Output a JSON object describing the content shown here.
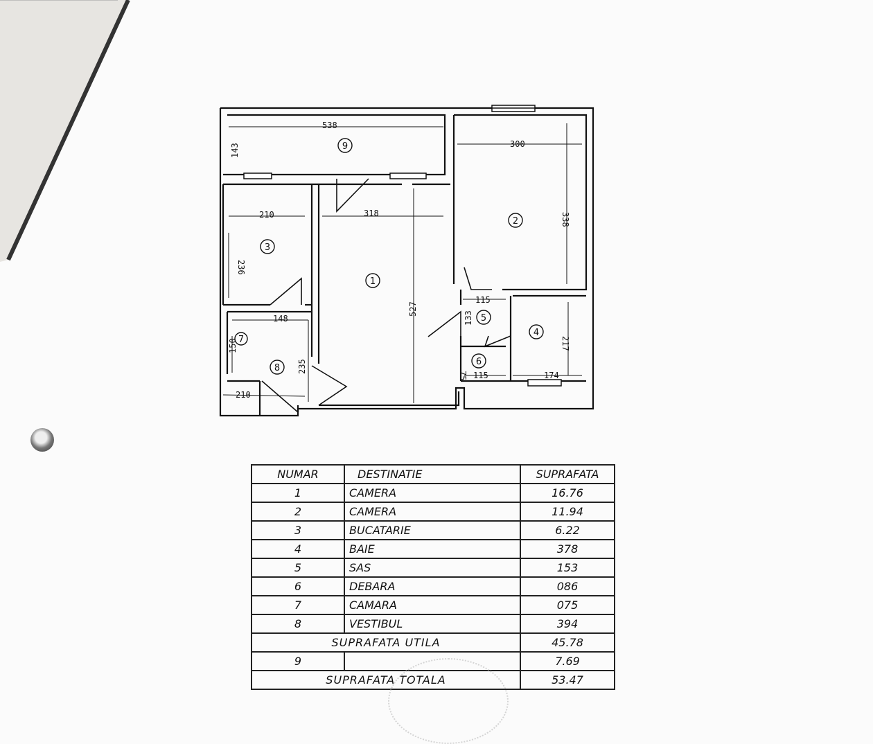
{
  "plan": {
    "dims": {
      "d538": "538",
      "d143": "143",
      "d300": "300",
      "d338": "338",
      "d210": "210",
      "d318": "318",
      "d236": "236",
      "d527": "527",
      "d115a": "115",
      "d133": "133",
      "d217": "217",
      "d148": "148",
      "d150": "150",
      "d235": "235",
      "d75": "75",
      "d115b": "115",
      "d174": "174",
      "d210b": "210"
    },
    "rooms": [
      "1",
      "2",
      "3",
      "4",
      "5",
      "6",
      "7",
      "8",
      "9"
    ]
  },
  "table": {
    "headers": {
      "numar": "NUMAR",
      "destinatie": "DESTINATIE",
      "suprafata": "SUPRAFATA"
    },
    "rows": [
      {
        "numar": "1",
        "destinatie": "CAMERA",
        "suprafata": "16.76"
      },
      {
        "numar": "2",
        "destinatie": "CAMERA",
        "suprafata": "11.94"
      },
      {
        "numar": "3",
        "destinatie": "BUCATARIE",
        "suprafata": "6.22"
      },
      {
        "numar": "4",
        "destinatie": "BAIE",
        "suprafata": "378"
      },
      {
        "numar": "5",
        "destinatie": "SAS",
        "suprafata": "153"
      },
      {
        "numar": "6",
        "destinatie": "DEBARA",
        "suprafata": "086"
      },
      {
        "numar": "7",
        "destinatie": "CAMARA",
        "suprafata": "075"
      },
      {
        "numar": "8",
        "destinatie": "VESTIBUL",
        "suprafata": "394"
      }
    ],
    "util": {
      "label": "SUPRAFATA UTILA",
      "value": "45.78"
    },
    "row9": {
      "numar": "9",
      "destinatie": "",
      "suprafata": "7.69"
    },
    "total": {
      "label": "SUPRAFATA TOTALA",
      "value": "53.47"
    }
  }
}
